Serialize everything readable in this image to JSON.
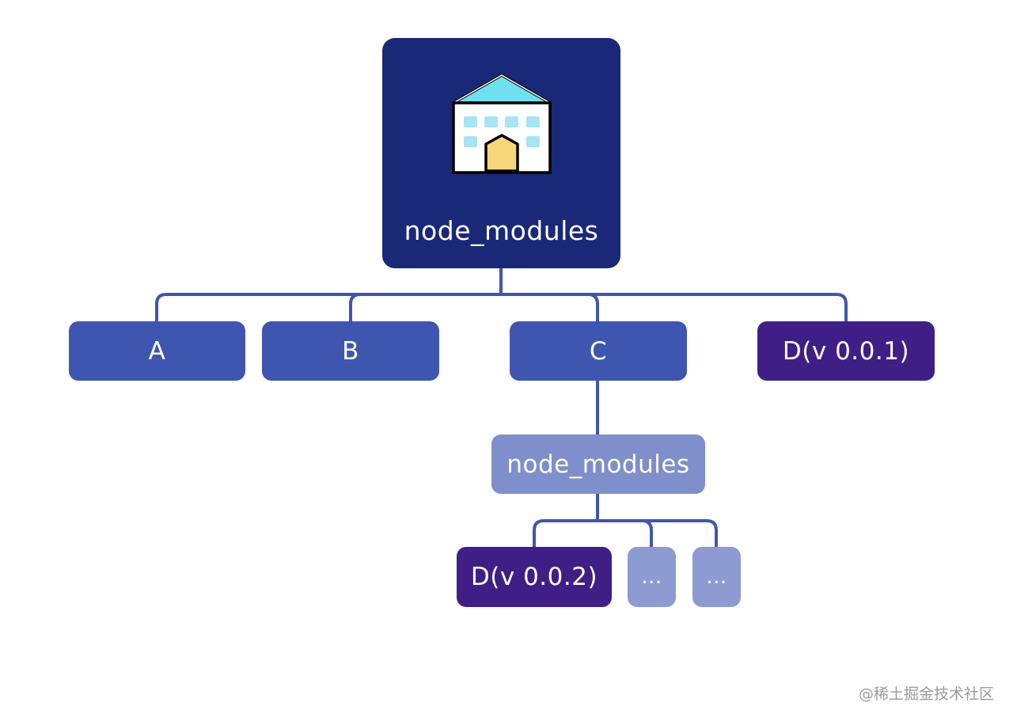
{
  "root": {
    "label": "node_modules",
    "icon": "building-icon"
  },
  "packages": [
    {
      "label": "A"
    },
    {
      "label": "B"
    },
    {
      "label": "C"
    },
    {
      "label": "D(v 0.0.1)"
    }
  ],
  "nested": {
    "label": "node_modules",
    "children": [
      {
        "label": "D(v 0.0.2)"
      },
      {
        "label": "..."
      },
      {
        "label": "..."
      }
    ]
  },
  "watermark": "@稀土掘金技术社区",
  "colors": {
    "root": "#1a2878",
    "package": "#3f56b0",
    "duplicate_package": "#3f1f86",
    "nested_node_modules": "#7f8fcb",
    "placeholder": "#8d9bd2",
    "connector": "#3f56b0"
  }
}
